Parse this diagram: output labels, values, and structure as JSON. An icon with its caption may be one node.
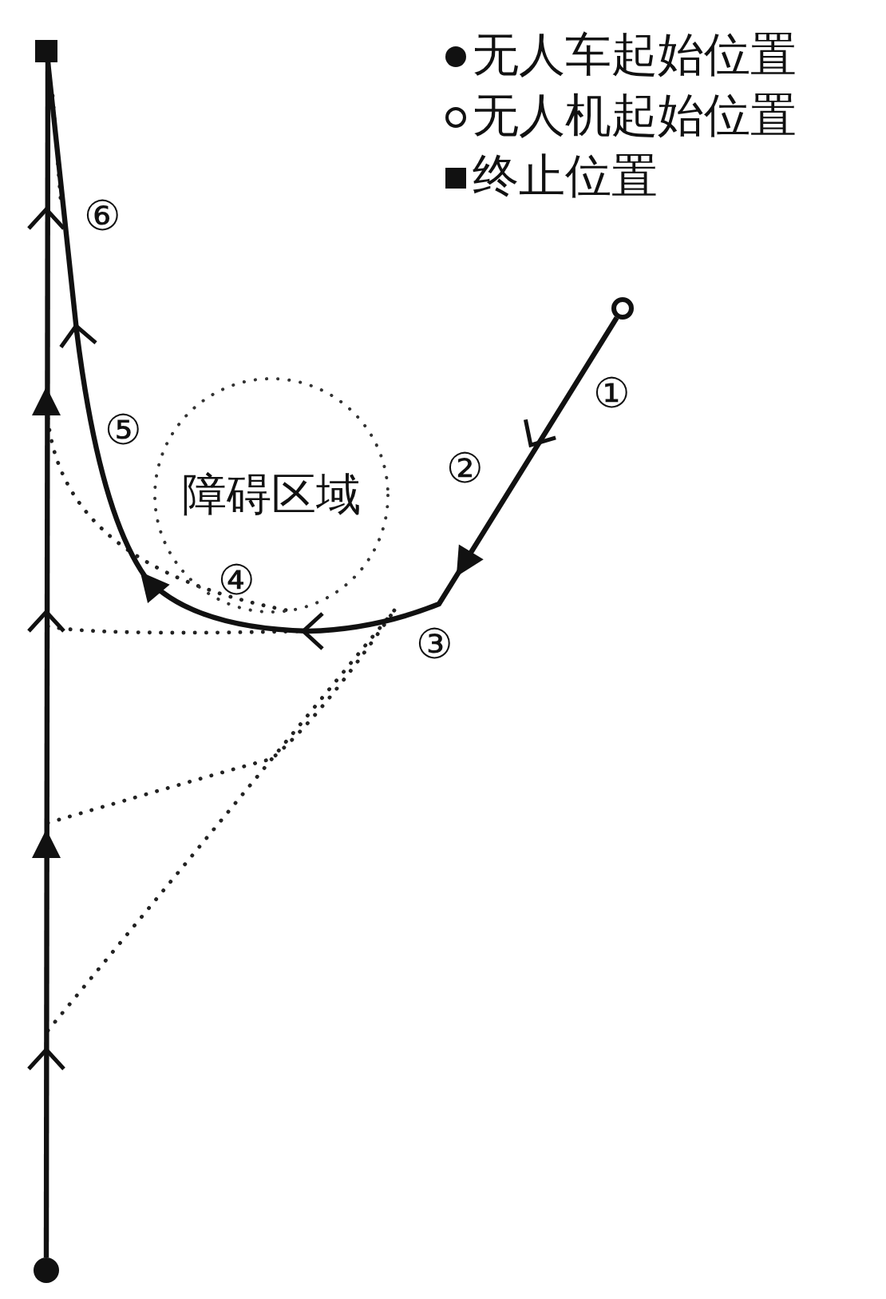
{
  "diagram": {
    "nodes": [
      {
        "text": [],
        "shape": "circle"
      },
      {
        "text": [],
        "shape": "circle"
      },
      {
        "text": [],
        "shape": "box"
      },
      {
        "text": [
          "障碍区域"
        ]
      }
    ],
    "edges": [
      {
        "from": 0,
        "to": 2,
        "arrow": "to"
      },
      {
        "from": 1,
        "to": 2,
        "arrow": "to"
      }
    ],
    "labels": [
      "⑥",
      "⑤",
      "①",
      "②",
      "④",
      "③"
    ],
    "legend": [
      {
        "text": "无人车起始位置"
      },
      {
        "text": "无人机起始位置"
      },
      {
        "text": "终止位置"
      }
    ]
  }
}
